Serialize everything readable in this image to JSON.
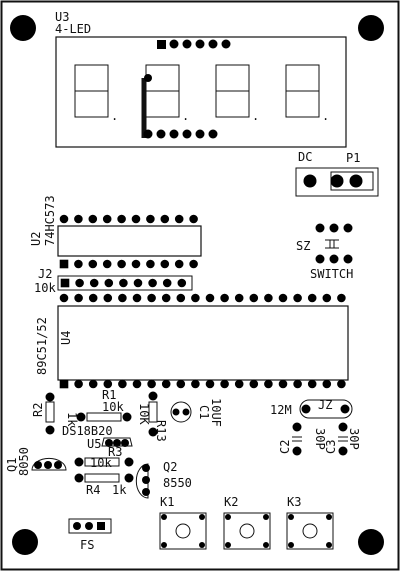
{
  "board": {
    "labels": {
      "u3": "U3",
      "four_led": "4-LED",
      "dc": "DC",
      "p1": "P1",
      "u2": "U2",
      "hc573": "74HC573",
      "j2": "J2",
      "j2_value": "10k",
      "sz": "SZ",
      "switch": "SWITCH",
      "u4": "U4",
      "mcu": "89C51/52",
      "r2": "R2",
      "r2_value": "1k",
      "r1": "R1",
      "r1_value": "10k",
      "ds18b20": "DS18B20",
      "u5": "U5",
      "r3": "R3",
      "r3_value": "10k",
      "r4": "R4",
      "r4_value": "1k",
      "q1": "Q1",
      "q1_type": "8050",
      "r13": "R13",
      "r13_value": "10K",
      "c1": "C1",
      "c1_value": "10UF",
      "q2": "Q2",
      "q2_type": "8550",
      "xtal_freq": "12M",
      "jz": "JZ",
      "c2": "C2",
      "c2_value": "30P",
      "c3": "C3",
      "c3_value": "30P",
      "k1": "K1",
      "k2": "K2",
      "k3": "K3",
      "fs": "FS"
    },
    "seven_seg_decimal": ".",
    "colors": {
      "outline": "#111111",
      "background": "#ffffff",
      "hole": "#000000"
    }
  }
}
